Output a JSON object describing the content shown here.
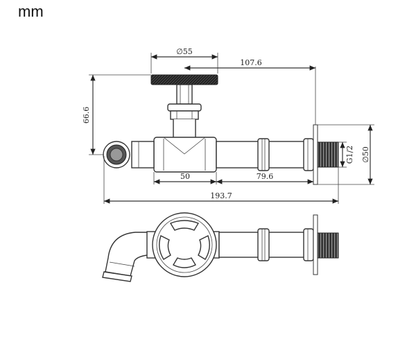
{
  "unit": "mm",
  "dimensions": {
    "handle_diameter": "∅55",
    "spout_length": "107.6",
    "height": "66.6",
    "thread": "G1/2",
    "flange_diameter": "∅50",
    "segment_a": "50",
    "segment_b": "79.6",
    "overall_length": "193.7"
  }
}
